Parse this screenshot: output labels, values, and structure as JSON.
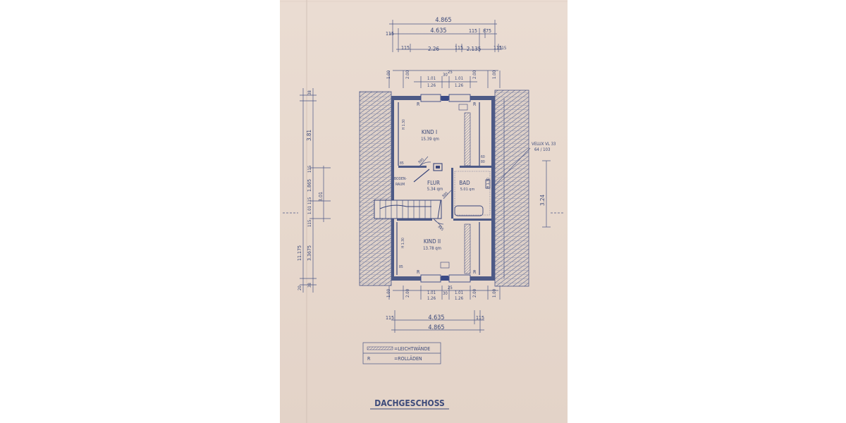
{
  "drawing": {
    "title": "DACHGESCHOSS",
    "rooms": [
      {
        "name": "KIND I",
        "area": "15.39 qm"
      },
      {
        "name": "FLUR",
        "area": "5.34 qm"
      },
      {
        "name": "BAD",
        "area": "5.01 qm"
      },
      {
        "name": "KIND II",
        "area": "13.78 qm"
      },
      {
        "name": "BODEN-",
        "area": "RAUM"
      }
    ],
    "window_note": {
      "line1": "VELUX VL 33",
      "line2": "64 / 103"
    },
    "legend": {
      "wall_label": "=LEICHTWÄNDE",
      "shutter_symbol": "R",
      "shutter_label": "=ROLLÄDEN"
    },
    "shutter_marks": [
      "R",
      "R",
      "R",
      "R"
    ],
    "dims_top": {
      "total": "4.865",
      "inner": "4.635",
      "seg_a": "2.26",
      "seg_b": "2.135",
      "t1": "115",
      "t2": "115",
      "t3": "875",
      "t4": "115",
      "t5": "115",
      "t6": "115",
      "t7": "115"
    },
    "dims_window_top": {
      "a": "1.01",
      "b": "1.26",
      "c": "30",
      "d": "25",
      "e": "1.01",
      "f": "1.26",
      "g": "2.00",
      "h": "2.00",
      "i": "1.00",
      "j": "1.00"
    },
    "dims_window_bottom": {
      "a": "1.01",
      "b": "1.26",
      "c": "30",
      "d": "25",
      "e": "1.01",
      "f": "1.26",
      "g": "2.00",
      "h": "2.00",
      "i": "1.00",
      "j": "1.00"
    },
    "dims_bottom": {
      "inner": "4.635",
      "total": "4.865",
      "t1": "115",
      "t2": "115"
    },
    "dims_left": {
      "a": "38",
      "b": "3.81",
      "c": "115",
      "d": "1.865",
      "e": "3.01",
      "f": "115",
      "g": "1.01",
      "h": "115",
      "i": "3.3675",
      "j": "11.175",
      "k": "38",
      "l": "20"
    },
    "dims_right": {
      "height": "3.24"
    },
    "room_notes": {
      "n1": "H 1.30",
      "n2": "85",
      "n3": "60",
      "n4": "80",
      "n5": "H 1.30",
      "n6": "85",
      "n7": "H 1.30",
      "n8": "885",
      "n9": "885",
      "n10": "885"
    }
  }
}
